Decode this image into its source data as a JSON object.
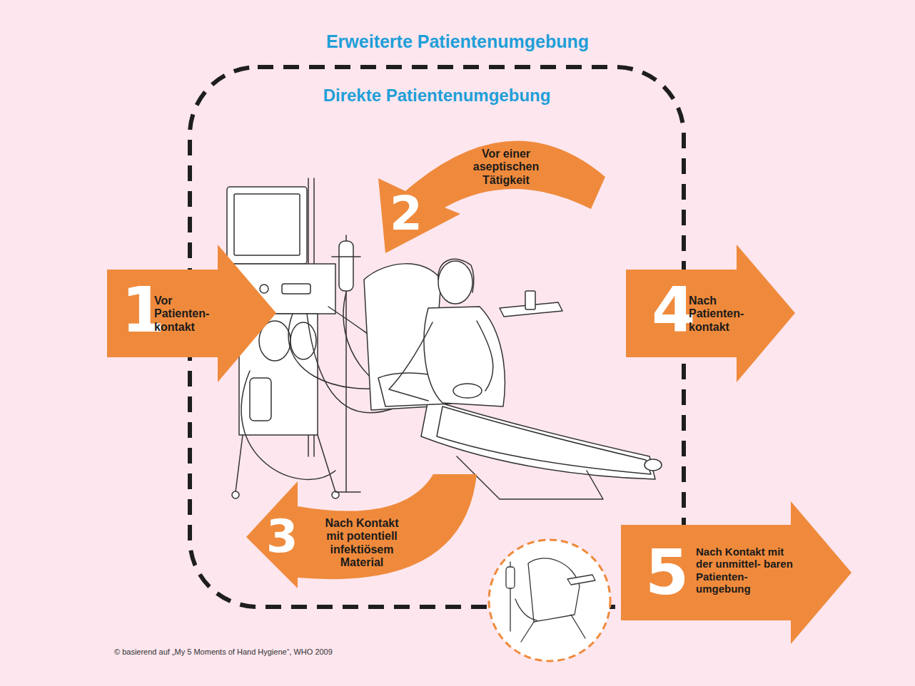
{
  "diagram": {
    "caption": "© basierend auf „My 5 Moments of Hand Hygiene“, WHO 2009",
    "nodes": [
      {
        "text": [
          "Erweiterte Patientenumgebung"
        ]
      },
      {
        "text": [
          "Direkte Patientenumgebung"
        ],
        "in": 0
      },
      {
        "text": [
          "1",
          "Vor Patienten- kontakt"
        ],
        "in": 0
      },
      {
        "text": [
          "2",
          "Vor einer aseptischen Tätigkeit"
        ],
        "in": 1
      },
      {
        "text": [
          "3",
          "Nach Kontakt mit potentiell infektiösem Material"
        ],
        "in": 1
      },
      {
        "text": [
          "4",
          "Nach Patienten- kontakt"
        ],
        "in": 0
      },
      {
        "text": [
          "5",
          "Nach Kontakt mit der unmittel- baren Patienten- umgebung"
        ],
        "in": 0
      }
    ]
  }
}
